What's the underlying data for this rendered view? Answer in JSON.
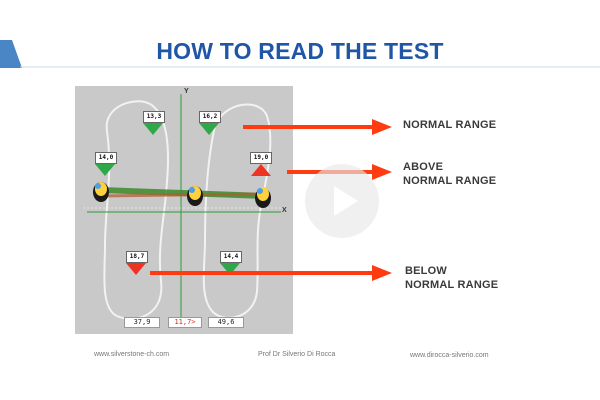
{
  "slide": {
    "title": "HOW TO READ THE TEST"
  },
  "labels": {
    "normal": "NORMAL RANGE",
    "above_line1": "ABOVE",
    "above_line2": "NORMAL RANGE",
    "below_line1": "BELOW",
    "below_line2": "NORMAL RANGE"
  },
  "readings": {
    "top_left": "13,3",
    "top_right": "16,2",
    "mid_left": "14,0",
    "mid_right": "19,0",
    "low_left": "18,7",
    "low_right": "14,4"
  },
  "bottom_values": {
    "left": "37,9",
    "center": "11,7>",
    "right": "49,6"
  },
  "axes": {
    "x": "X",
    "y": "Y"
  },
  "footer": {
    "left": "www.silverstone-ch.com",
    "center": "Prof Dr Silverio Di Rocca",
    "right": "www.dirocca-silverio.com"
  },
  "colors": {
    "title": "#1f57a6",
    "arrow": "#ff3b12",
    "normal_triangle": "#2fa84a",
    "warning_triangle": "#ee3322",
    "plot_bg": "#c9c9c9",
    "accent_blue": "#4a86c5"
  },
  "icons": {
    "play": "play-icon"
  }
}
